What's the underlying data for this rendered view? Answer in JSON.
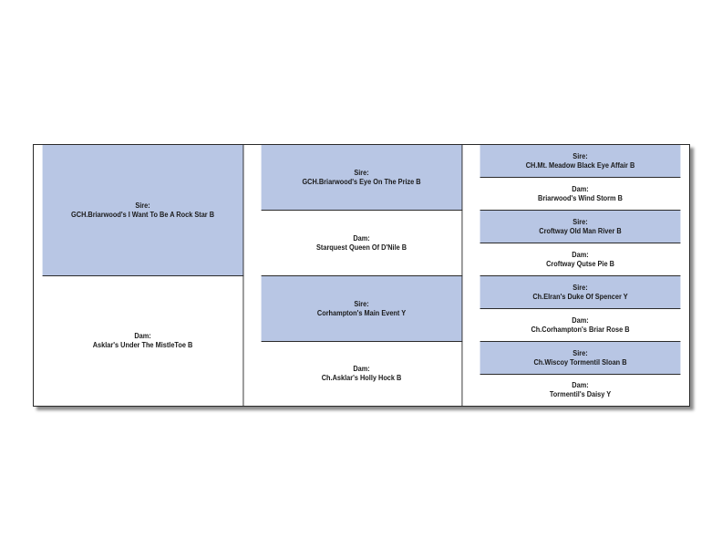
{
  "gen1": [
    {
      "role": "Sire:",
      "name": "GCH.Briarwood's I Want To Be A Rock Star B"
    },
    {
      "role": "Dam:",
      "name": "Asklar's Under The MistleToe B"
    }
  ],
  "gen2": [
    {
      "role": "Sire:",
      "name": "GCH.Briarwood's Eye On The Prize B"
    },
    {
      "role": "Dam:",
      "name": "Starquest Queen Of D'Nile B"
    },
    {
      "role": "Sire:",
      "name": "Corhampton's Main Event Y"
    },
    {
      "role": "Dam:",
      "name": "Ch.Asklar's Holly Hock B"
    }
  ],
  "gen3": [
    {
      "role": "Sire:",
      "name": "CH.Mt. Meadow Black Eye Affair B"
    },
    {
      "role": "Dam:",
      "name": "Briarwood's Wind Storm B"
    },
    {
      "role": "Sire:",
      "name": "Croftway Old Man River B"
    },
    {
      "role": "Dam:",
      "name": "Croftway Qutse Pie B"
    },
    {
      "role": "Sire:",
      "name": "Ch.Elran's Duke Of Spencer Y"
    },
    {
      "role": "Dam:",
      "name": "Ch.Corhampton's Briar Rose B"
    },
    {
      "role": "Sire:",
      "name": "Ch.Wiscoy Tormentil Sloan B"
    },
    {
      "role": "Dam:",
      "name": "Tormentil's Daisy Y"
    }
  ],
  "colors": {
    "sire_fill": "#b8c6e4",
    "dam_fill": "#ffffff",
    "border": "#2a2a2a"
  }
}
